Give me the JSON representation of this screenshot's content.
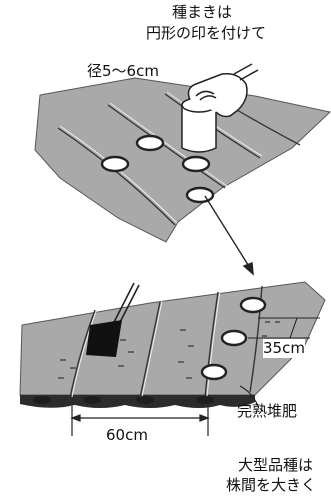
{
  "labels": {
    "caption_top_line1": "種まきは",
    "caption_top_line2": "円形の印を付けて",
    "diameter": "径5〜6cm",
    "spacing_35": "35cm",
    "compost": "完熟堆肥",
    "width_60": "60cm",
    "caption_bottom_line1": "大型品種は",
    "caption_bottom_line2": "株間を大きく"
  }
}
